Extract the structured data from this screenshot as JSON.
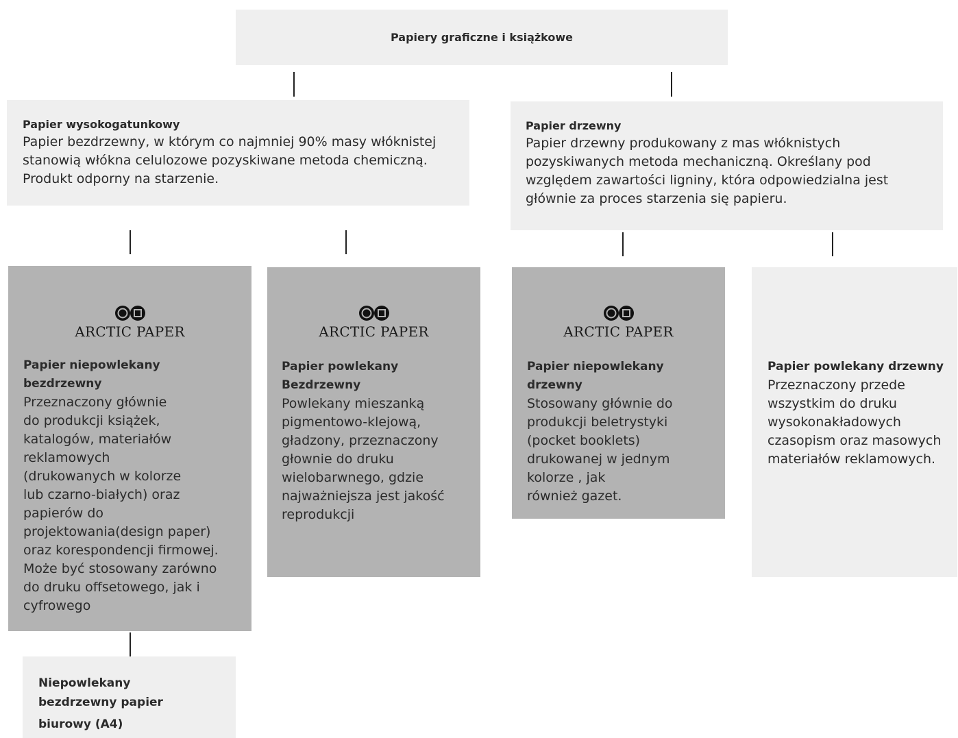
{
  "root": {
    "title": "Papiery graficzne i książkowe"
  },
  "left_category": {
    "title": "Papier wysokogatunkowy",
    "lines": [
      "Papier bezdrzewny, w którym co najmniej 90% masy włóknistej",
      "stanowią włókna celulozowe pozyskiwane metoda chemiczną.",
      "Produkt odporny na starzenie."
    ]
  },
  "right_category": {
    "title": "Papier drzewny",
    "lines": [
      "Papier drzewny produkowany z mas włóknistych",
      "pozyskiwanych metoda mechaniczną. Określany pod",
      "względem zawartości ligniny, która odpowiedzialna jest",
      "głównie za proces starzenia się papieru."
    ]
  },
  "logo": {
    "text": "ARCTIC PAPER",
    "icon": "arctic-paper-logo-icon"
  },
  "cards": [
    {
      "title": "Papier niepowlekany\nbezdrzewny",
      "body": "Przeznaczony głównie\ndo produkcji książek,\nkatalogów, materiałów\nreklamowych\n(drukowanych w kolorze\nlub czarno-białych) oraz\npapierów do\nprojektowania(design paper)\noraz korespondencji firmowej.\nMoże być stosowany zarówno\ndo druku offsetowego, jak i\ncyfrowego"
    },
    {
      "title": "Papier powlekany\nBezdrzewny",
      "body": "Powlekany mieszanką\npigmentowo-klejową,\ngładzony, przeznaczony\ngłownie do druku\nwielobarwnego, gdzie\nnajważniejsza jest jakość\nreprodukcji"
    },
    {
      "title": "Papier niepowlekany\ndrzewny",
      "body": "Stosowany głównie do\nprodukcji beletrystyki\n(pocket booklets)\ndrukowanej w jednym\nkolorze , jak\nrównież gazet."
    },
    {
      "title": "Papier powlekany drzewny",
      "body": "Przeznaczony przede\nwszystkim do druku\nwysokonakładowych\nczasopism oraz masowych\nmateriałów reklamowych."
    }
  ],
  "leaf": {
    "lines": [
      "Niepowlekany",
      "bezdrzewny papier",
      "biurowy (A4)"
    ]
  }
}
